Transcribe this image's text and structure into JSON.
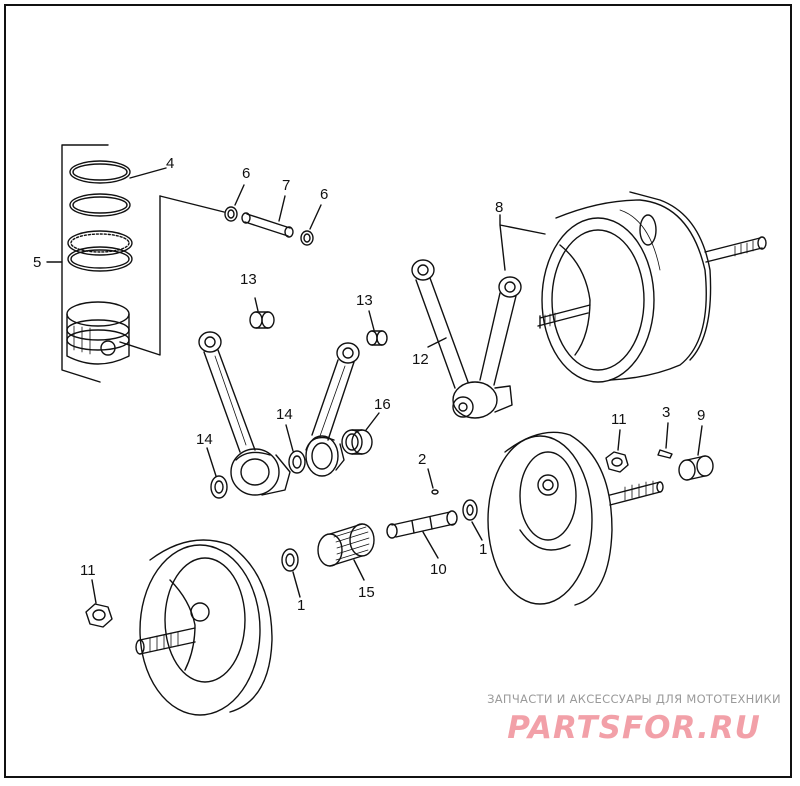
{
  "diagram": {
    "callouts": [
      {
        "id": "c4",
        "label": "4"
      },
      {
        "id": "c5",
        "label": "5"
      },
      {
        "id": "c6a",
        "label": "6"
      },
      {
        "id": "c7",
        "label": "7"
      },
      {
        "id": "c6b",
        "label": "6"
      },
      {
        "id": "c8",
        "label": "8"
      },
      {
        "id": "c13a",
        "label": "13"
      },
      {
        "id": "c13b",
        "label": "13"
      },
      {
        "id": "c12",
        "label": "12"
      },
      {
        "id": "c14a",
        "label": "14"
      },
      {
        "id": "c14b",
        "label": "14"
      },
      {
        "id": "c16",
        "label": "16"
      },
      {
        "id": "c11a",
        "label": "11"
      },
      {
        "id": "c3",
        "label": "3"
      },
      {
        "id": "c9",
        "label": "9"
      },
      {
        "id": "c2",
        "label": "2"
      },
      {
        "id": "c1a",
        "label": "1"
      },
      {
        "id": "c10",
        "label": "10"
      },
      {
        "id": "c1b",
        "label": "1"
      },
      {
        "id": "c15",
        "label": "15"
      },
      {
        "id": "c11b",
        "label": "11"
      }
    ]
  },
  "watermark": {
    "line1": "ЗАПЧАСТИ И АКСЕССУАРЫ ДЛЯ МОТОТЕХНИКИ",
    "logo_text": "PARTSFOR.RU",
    "logo_color": "#f2a0a8"
  }
}
